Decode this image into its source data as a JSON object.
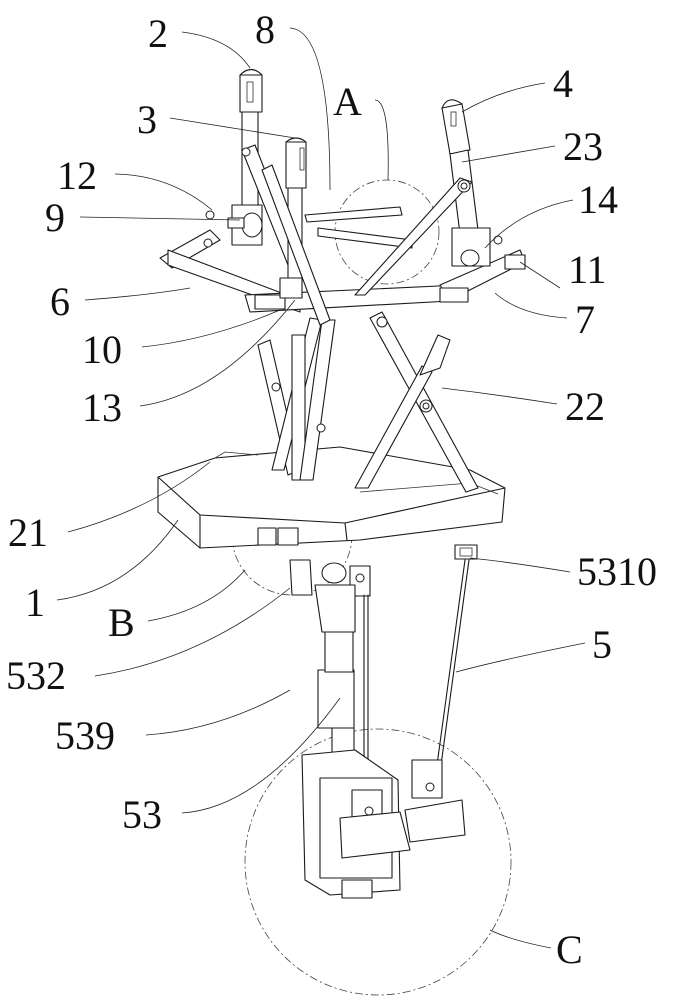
{
  "figure": {
    "type": "patent mechanical drawing",
    "line_color": "#1a1a1a",
    "background": "#ffffff"
  },
  "labels": {
    "l2": "2",
    "l8": "8",
    "lA": "A",
    "l4": "4",
    "l3": "3",
    "l23": "23",
    "l12": "12",
    "l14": "14",
    "l9": "9",
    "l11": "11",
    "l6": "6",
    "l7": "7",
    "l10": "10",
    "l13": "13",
    "l22": "22",
    "l21": "21",
    "l1": "1",
    "l5310": "5310",
    "lB": "B",
    "l532": "532",
    "l5": "5",
    "l539": "539",
    "l53": "53",
    "lC": "C"
  }
}
